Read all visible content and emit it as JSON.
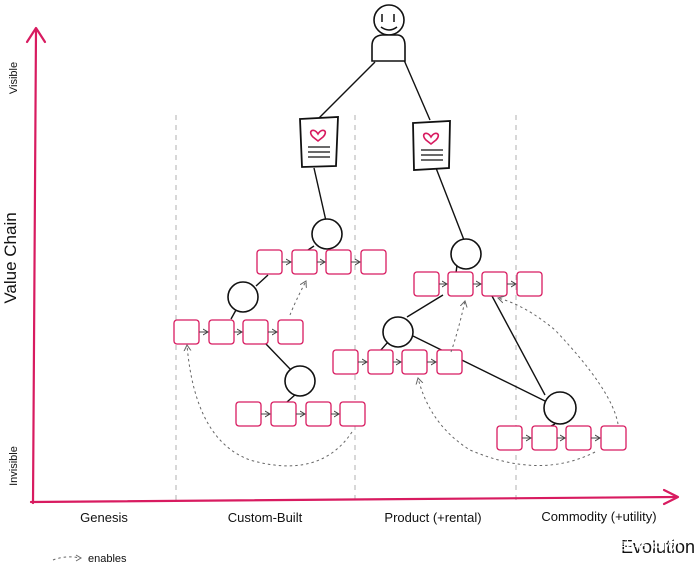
{
  "axes": {
    "y_label": "Value Chain",
    "y_top": "Visible",
    "y_bottom": "Invisible",
    "x_label": "Evolution"
  },
  "stages": [
    "Genesis",
    "Custom-Built",
    "Product (+rental)",
    "Commodity (+utility)"
  ],
  "legend": {
    "enables_label": "enables"
  },
  "icons": {
    "user": "user-avatar-icon",
    "doc": "requirement-document-icon",
    "component": "component-circle",
    "box": "capability-box"
  },
  "colors": {
    "accent": "#d81b60",
    "ink": "#111111",
    "separator": "#bdbdbd"
  },
  "watermark": "掘金技术社区 @ 数据智能老司机"
}
